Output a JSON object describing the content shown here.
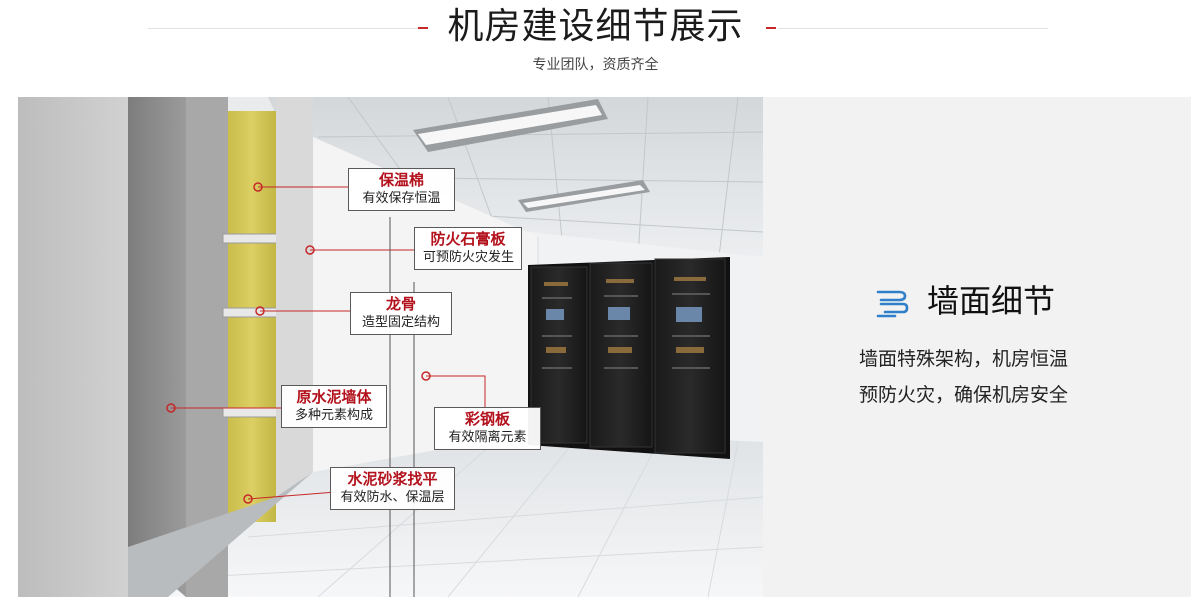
{
  "header": {
    "title": "机房建设细节展示",
    "subtitle": "专业团队，资质齐全"
  },
  "colors": {
    "accent": "#c62828",
    "callout_title": "#b3121d",
    "panel_icon": "#2f80c8",
    "insulation": "#d8cc5e"
  },
  "callouts": [
    {
      "title": "保温棉",
      "desc": "有效保存恒温"
    },
    {
      "title": "防火石膏板",
      "desc": "可预防火灾发生"
    },
    {
      "title": "龙骨",
      "desc": "造型固定结构"
    },
    {
      "title": "原水泥墙体",
      "desc": "多种元素构成"
    },
    {
      "title": "彩钢板",
      "desc": "有效隔离元素"
    },
    {
      "title": "水泥砂浆找平",
      "desc": "有效防水、保温层"
    }
  ],
  "panel": {
    "icon": "layers-icon",
    "title": "墙面细节",
    "lines": [
      "墙面特殊架构，机房恒温",
      "预防火灾，确保机房安全"
    ]
  }
}
